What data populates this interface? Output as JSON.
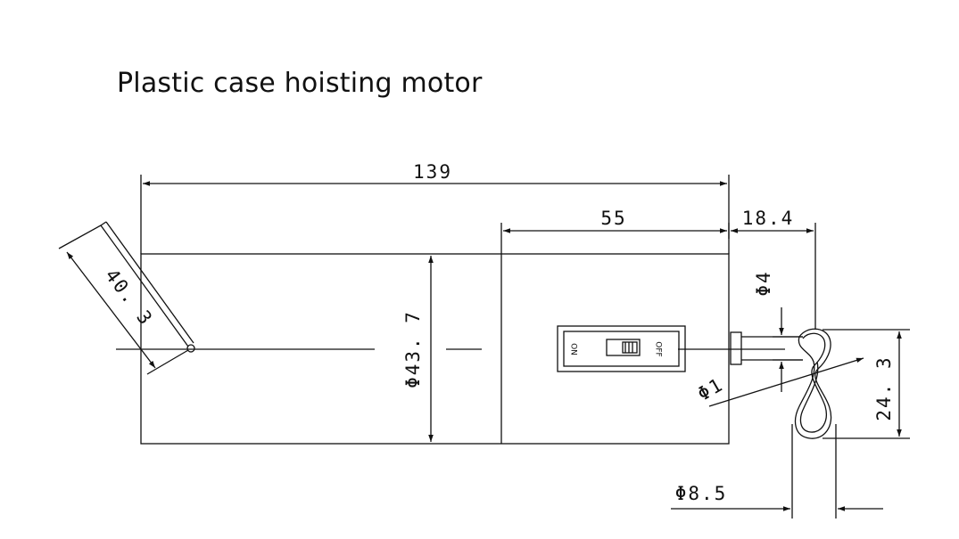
{
  "title": "Plastic case hoisting motor",
  "dimensions": {
    "overall_length": "139",
    "gear_section_length": "55",
    "hook_offset": "18.4",
    "body_diameter": "Φ43. 7",
    "cable_length": "40. 3",
    "shaft_diameter": "Φ4",
    "wire_diameter": "Φ1",
    "hook_height": "24. 3",
    "hook_width": "Φ8.5"
  },
  "switch": {
    "on_label": "ON",
    "off_label": "OFF"
  }
}
